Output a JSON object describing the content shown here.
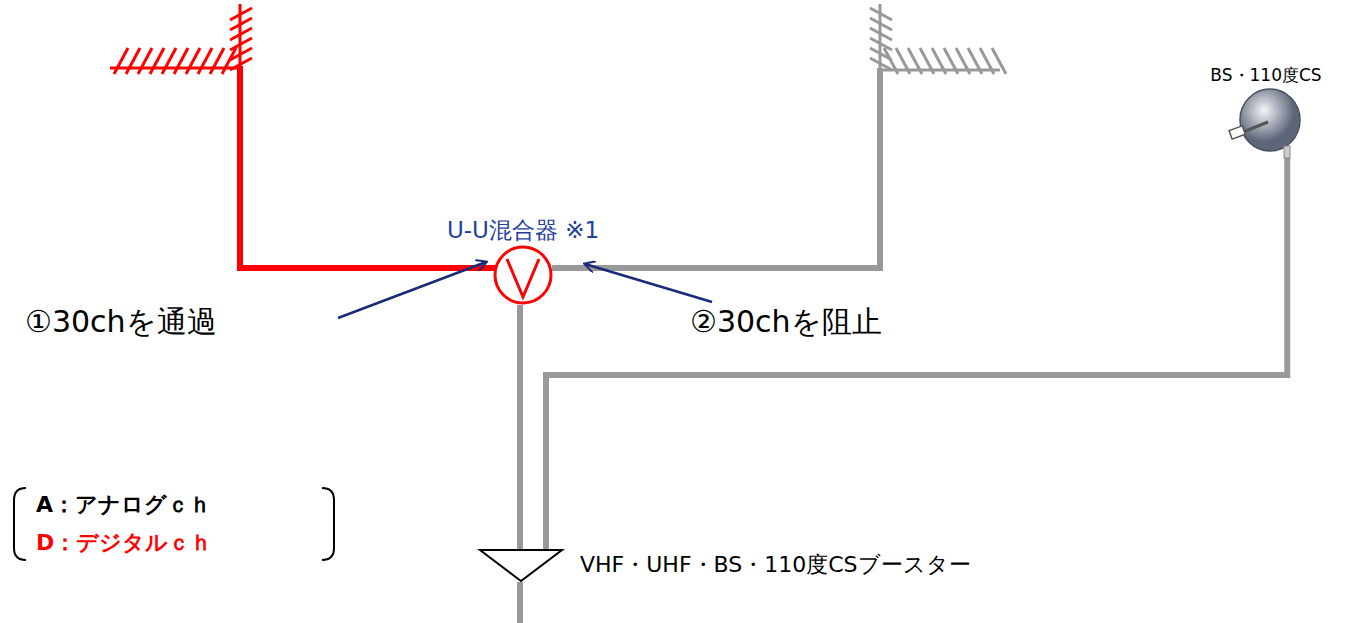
{
  "diagram": {
    "nodes": [
      {
        "text": [
          "U-U混合器 ※1"
        ]
      },
      {
        "text": [
          "VHF・UHF・BS・110度CSブースター"
        ]
      },
      {
        "text": [
          "BS・110度CS"
        ]
      }
    ],
    "edges": [
      {
        "from": 0,
        "to": 1,
        "arrow": "none"
      },
      {
        "from": 2,
        "to": 1,
        "arrow": "none"
      }
    ],
    "labels": [
      "①30chを通過",
      "②30chを阻止",
      "A：アナログｃｈ",
      "D：デジタルｃｈ"
    ]
  }
}
